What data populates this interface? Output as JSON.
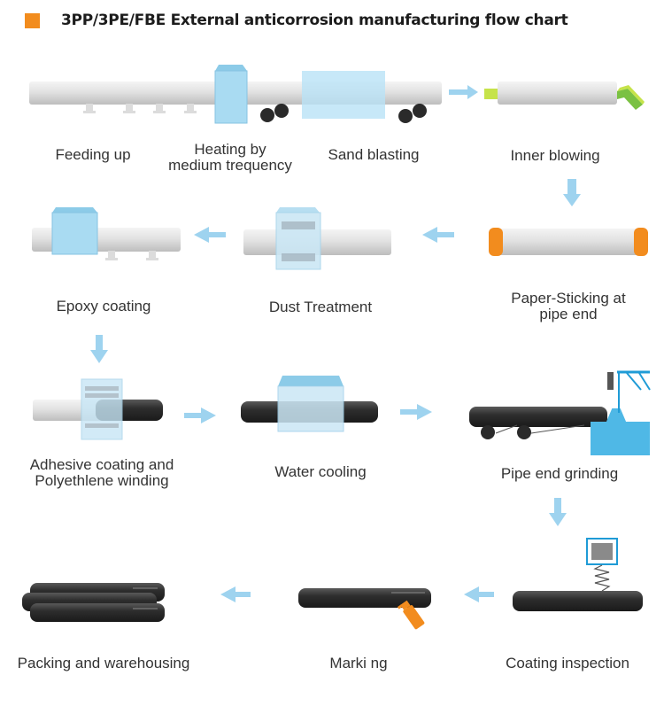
{
  "title": "3PP/3PE/FBE External anticorrosion manufacturing flow chart",
  "colors": {
    "accent": "#f28c1e",
    "arrow": "#9ed3ef",
    "pipe_light": "#e6e6e6",
    "pipe_dark": "#3c3c3c",
    "box_blue": "#a9dbf2",
    "green": "#7ac142"
  },
  "steps": [
    {
      "id": "feeding",
      "label": "Feeding up"
    },
    {
      "id": "heating",
      "label": "Heating by\nmedium trequency"
    },
    {
      "id": "sandblast",
      "label": "Sand blasting"
    },
    {
      "id": "innerblow",
      "label": "Inner blowing"
    },
    {
      "id": "paper",
      "label": "Paper-Sticking at\npipe end"
    },
    {
      "id": "dust",
      "label": "Dust Treatment"
    },
    {
      "id": "epoxy",
      "label": "Epoxy coating"
    },
    {
      "id": "adhesive",
      "label": "Adhesive coating and\nPolyethlene winding"
    },
    {
      "id": "water",
      "label": "Water cooling"
    },
    {
      "id": "grinding",
      "label": "Pipe end grinding"
    },
    {
      "id": "inspection",
      "label": "Coating inspection"
    },
    {
      "id": "marking",
      "label": "Marki ng"
    },
    {
      "id": "packing",
      "label": "Packing and warehousing"
    }
  ]
}
